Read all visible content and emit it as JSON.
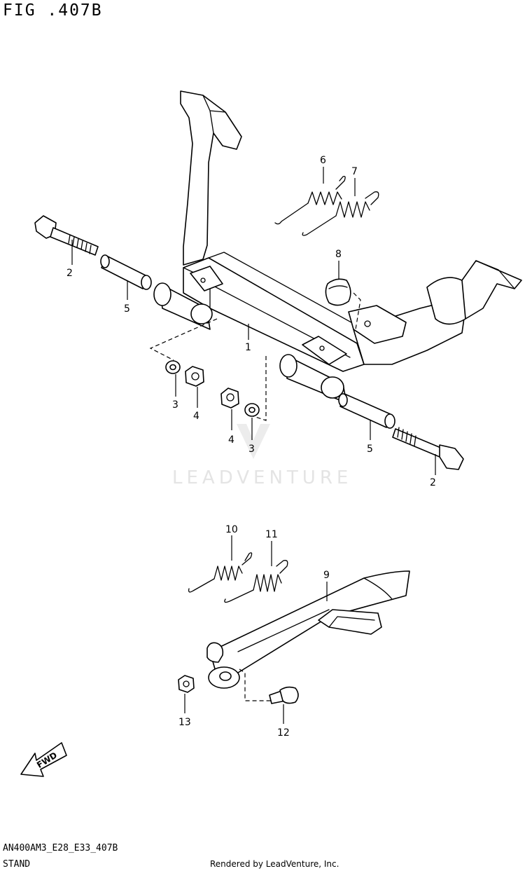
{
  "figure_title": "FIG .407B",
  "model_code": "AN400AM3_E28_E33_407B",
  "section_name": "STAND",
  "credit": "Rendered by LeadVenture, Inc.",
  "watermark": "LEADVENTURE",
  "fwd_label": "FWD",
  "callouts": {
    "c1": "1",
    "c2a": "2",
    "c2b": "2",
    "c3a": "3",
    "c3b": "3",
    "c4a": "4",
    "c4b": "4",
    "c5a": "5",
    "c5b": "5",
    "c6": "6",
    "c7": "7",
    "c8": "8",
    "c9": "9",
    "c10": "10",
    "c11": "11",
    "c12": "12",
    "c13": "13"
  }
}
